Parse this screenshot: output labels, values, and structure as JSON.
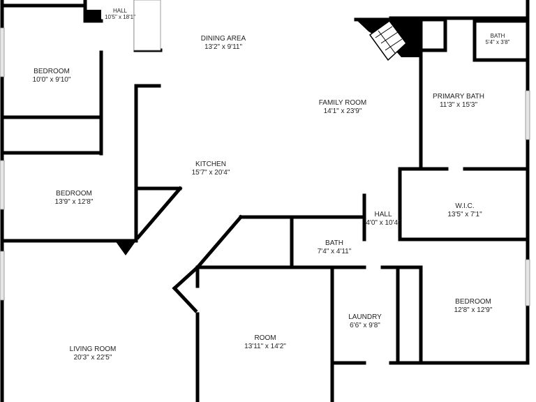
{
  "rooms": [
    {
      "id": "hall-top",
      "name": "HALL",
      "dims": "10'5\" x 18'1\"",
      "size": "small"
    },
    {
      "id": "dining",
      "name": "DINING AREA",
      "dims": "13'2\" x 9'11\"",
      "size": "normal"
    },
    {
      "id": "bath-small",
      "name": "BATH",
      "dims": "5'4\" x 3'8\"",
      "size": "small"
    },
    {
      "id": "bedroom-1",
      "name": "BEDROOM",
      "dims": "10'0\" x 9'10\"",
      "size": "normal"
    },
    {
      "id": "family",
      "name": "FAMILY ROOM",
      "dims": "14'1\" x 23'9\"",
      "size": "normal"
    },
    {
      "id": "primary-bath",
      "name": "PRIMARY BATH",
      "dims": "11'3\" x 15'3\"",
      "size": "normal"
    },
    {
      "id": "kitchen",
      "name": "KITCHEN",
      "dims": "15'7\" x 20'4\"",
      "size": "normal"
    },
    {
      "id": "bedroom-2",
      "name": "BEDROOM",
      "dims": "13'9\" x 12'8\"",
      "size": "normal"
    },
    {
      "id": "wic",
      "name": "W.I.C.",
      "dims": "13'5\" x 7'1\"",
      "size": "normal"
    },
    {
      "id": "hall-mid",
      "name": "HALL",
      "dims": "4'0\" x 10'4\"",
      "size": "normal"
    },
    {
      "id": "bath-mid",
      "name": "BATH",
      "dims": "7'4\" x 4'11\"",
      "size": "normal"
    },
    {
      "id": "bedroom-3",
      "name": "BEDROOM",
      "dims": "12'8\" x 12'9\"",
      "size": "normal"
    },
    {
      "id": "laundry",
      "name": "LAUNDRY",
      "dims": "6'6\" x 9'8\"",
      "size": "normal"
    },
    {
      "id": "room",
      "name": "ROOM",
      "dims": "13'11\" x 14'2\"",
      "size": "normal"
    },
    {
      "id": "living",
      "name": "LIVING ROOM",
      "dims": "20'3\" x 22'5\"",
      "size": "normal"
    }
  ],
  "colors": {
    "wall": "#000000",
    "window": "#cfcfcf",
    "floor": "#ffffff",
    "text": "#222222"
  },
  "icons": [
    "fireplace-icon"
  ]
}
